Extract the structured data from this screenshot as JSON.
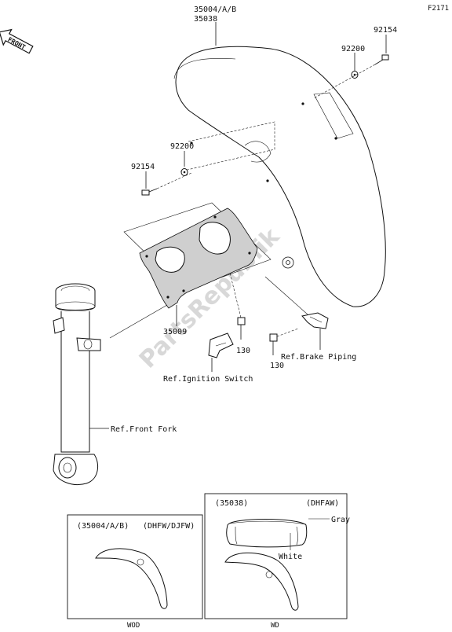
{
  "figure_code": "F2171",
  "front_badge": "FRONT",
  "watermark": "PartsRepublik",
  "parts": {
    "fender_main": "35004/A/B",
    "fender_alt": "35038",
    "washer_right": "92200",
    "bolt_right": "92154",
    "washer_left": "92200",
    "bolt_left": "92154",
    "bracket": "35009",
    "bolt_130_a": "130",
    "bolt_130_b": "130"
  },
  "refs": {
    "ignition": "Ref.Ignition Switch",
    "brake": "Ref.Brake Piping",
    "fork": "Ref.Front Fork"
  },
  "inset_left": {
    "header_part": "(35004/A/B)",
    "header_model": "(DHFW/DJFW)",
    "footer": "WOD"
  },
  "inset_right": {
    "header_part": "(35038)",
    "header_model": "(DHFAW)",
    "gray_label": "Gray",
    "white_label": "White",
    "footer": "WD"
  }
}
